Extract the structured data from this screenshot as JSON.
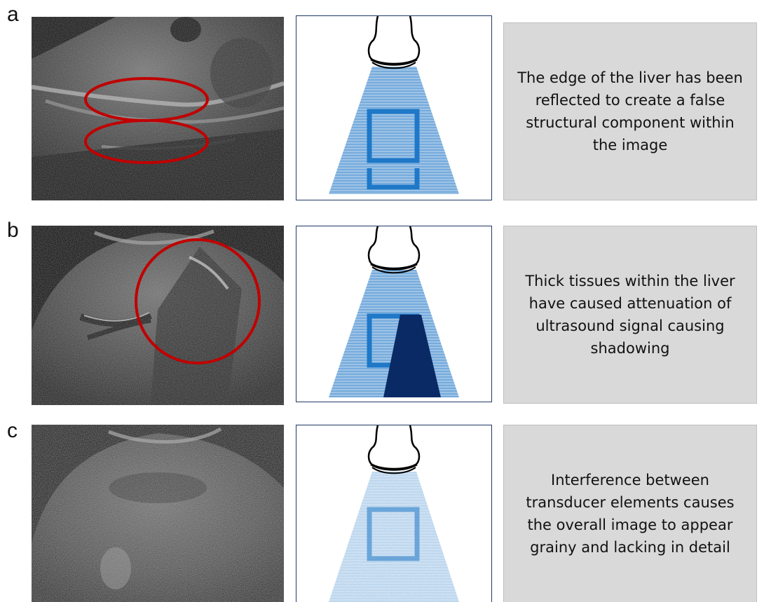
{
  "panels": [
    {
      "letter": "a",
      "image_name": "reflection-artifact-ultrasound",
      "diagram_name": "reflection-schematic",
      "caption": "The edge of the liver has been reflected to create a false structural component within the image"
    },
    {
      "letter": "b",
      "image_name": "shadowing-artifact-ultrasound",
      "diagram_name": "shadowing-schematic",
      "caption": "Thick tissues within the liver have caused attenuation of ultrasound signal causing shadowing"
    },
    {
      "letter": "c",
      "image_name": "speckle-artifact-ultrasound",
      "diagram_name": "speckle-schematic",
      "caption": "Interference between transducer elements causes the overall image to appear grainy and lacking in detail"
    }
  ],
  "colors": {
    "beam": "#9dc3e6",
    "beam_dark": "#5b9bd5",
    "structure": "#1f78c8",
    "shadow": "#0a2a66",
    "annotation_circle": "#c00000",
    "caption_bg": "#d9d9d9",
    "frame": "#1f3864"
  }
}
